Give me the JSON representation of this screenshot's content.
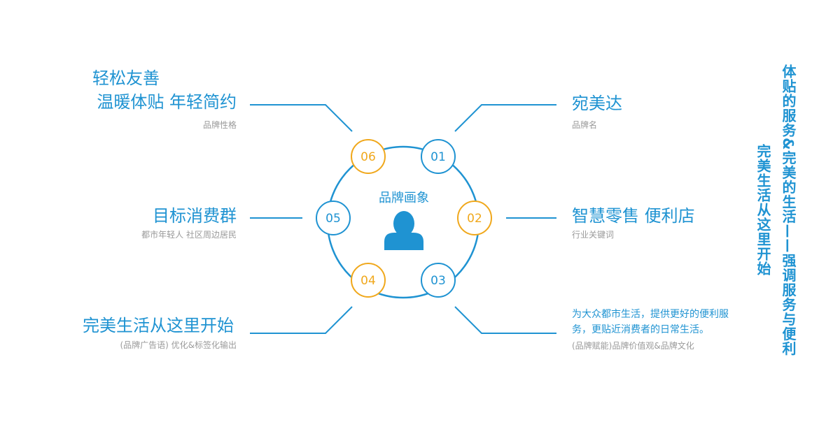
{
  "center": {
    "label": "品牌画象",
    "icon": "person-icon"
  },
  "nodes": [
    {
      "num": "01",
      "color": "#1f93d2"
    },
    {
      "num": "02",
      "color": "#f0a81c"
    },
    {
      "num": "03",
      "color": "#1f93d2"
    },
    {
      "num": "04",
      "color": "#f0a81c"
    },
    {
      "num": "05",
      "color": "#1f93d2"
    },
    {
      "num": "06",
      "color": "#f0a81c"
    }
  ],
  "items": {
    "n01": {
      "title": "宛美达",
      "sub": "品牌名"
    },
    "n02": {
      "title": "智慧零售 便利店",
      "sub": "行业关键词"
    },
    "n03": {
      "desc": "为大众都市生活，提供更好的便利服务，更贴近消费者的日常生活。",
      "sub": "(品牌赋能)品牌价值观&品牌文化"
    },
    "n04": {
      "title": "完美生活从这里开始",
      "sub": "(品牌广告语) 优化&标签化输出"
    },
    "n05": {
      "title": "目标消费群",
      "sub": "都市年轻人 社区周边居民"
    },
    "n06": {
      "title_line1": "轻松友善",
      "title_line2": "温暖体贴 年轻简约",
      "sub": "品牌性格"
    }
  },
  "side_text": {
    "col1": "体贴的服务&完美的生活——强调服务与便利",
    "col2": "完美生活从这里开始"
  },
  "colors": {
    "primary": "#1f93d2",
    "accent": "#f0a81c",
    "subtext": "#9a9a9a"
  }
}
